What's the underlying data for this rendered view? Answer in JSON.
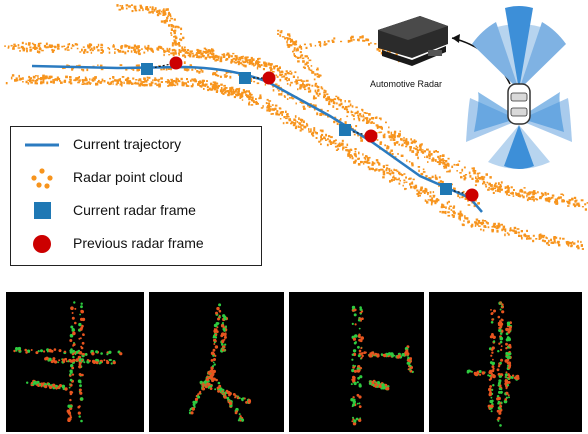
{
  "legend": {
    "trajectory": "Current trajectory",
    "point_cloud": "Radar point cloud",
    "current_frame": "Current radar frame",
    "previous_frame": "Previous radar frame"
  },
  "device_label": "Automotive Radar",
  "colors": {
    "point_cloud": "#f7941d",
    "trajectory": "#2b7bc0",
    "current_frame": "#1f78b4",
    "previous_frame": "#cc0000",
    "coverage": "#3d8fd8",
    "panel_bg": "#000000",
    "panel_point_green": "#2ecc40",
    "panel_point_orange": "#e8551f"
  },
  "panels": [
    {
      "id": "scan-1"
    },
    {
      "id": "scan-2"
    },
    {
      "id": "scan-3"
    },
    {
      "id": "scan-4"
    }
  ]
}
